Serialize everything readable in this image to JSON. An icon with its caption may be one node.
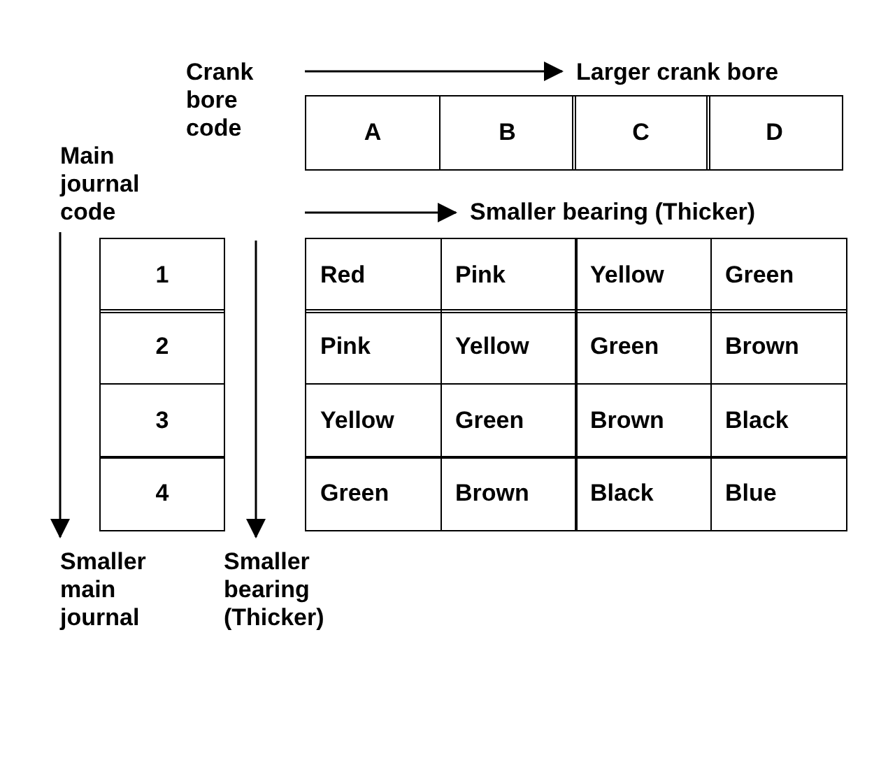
{
  "diagram": {
    "labels": [
      "Crank bore code",
      "Larger crank bore",
      "A",
      "B",
      "C",
      "D",
      "Main journal code",
      "Smaller bearing (Thicker)",
      "1",
      "Red",
      "Pink",
      "Yellow",
      "Green",
      "2",
      "Pink",
      "Yellow",
      "Green",
      "Brown",
      "3",
      "Yellow",
      "Green",
      "Brown",
      "Black",
      "4",
      "Green",
      "Brown",
      "Black",
      "Blue",
      "Smaller main journal",
      "Smaller bearing (Thicker)"
    ]
  }
}
